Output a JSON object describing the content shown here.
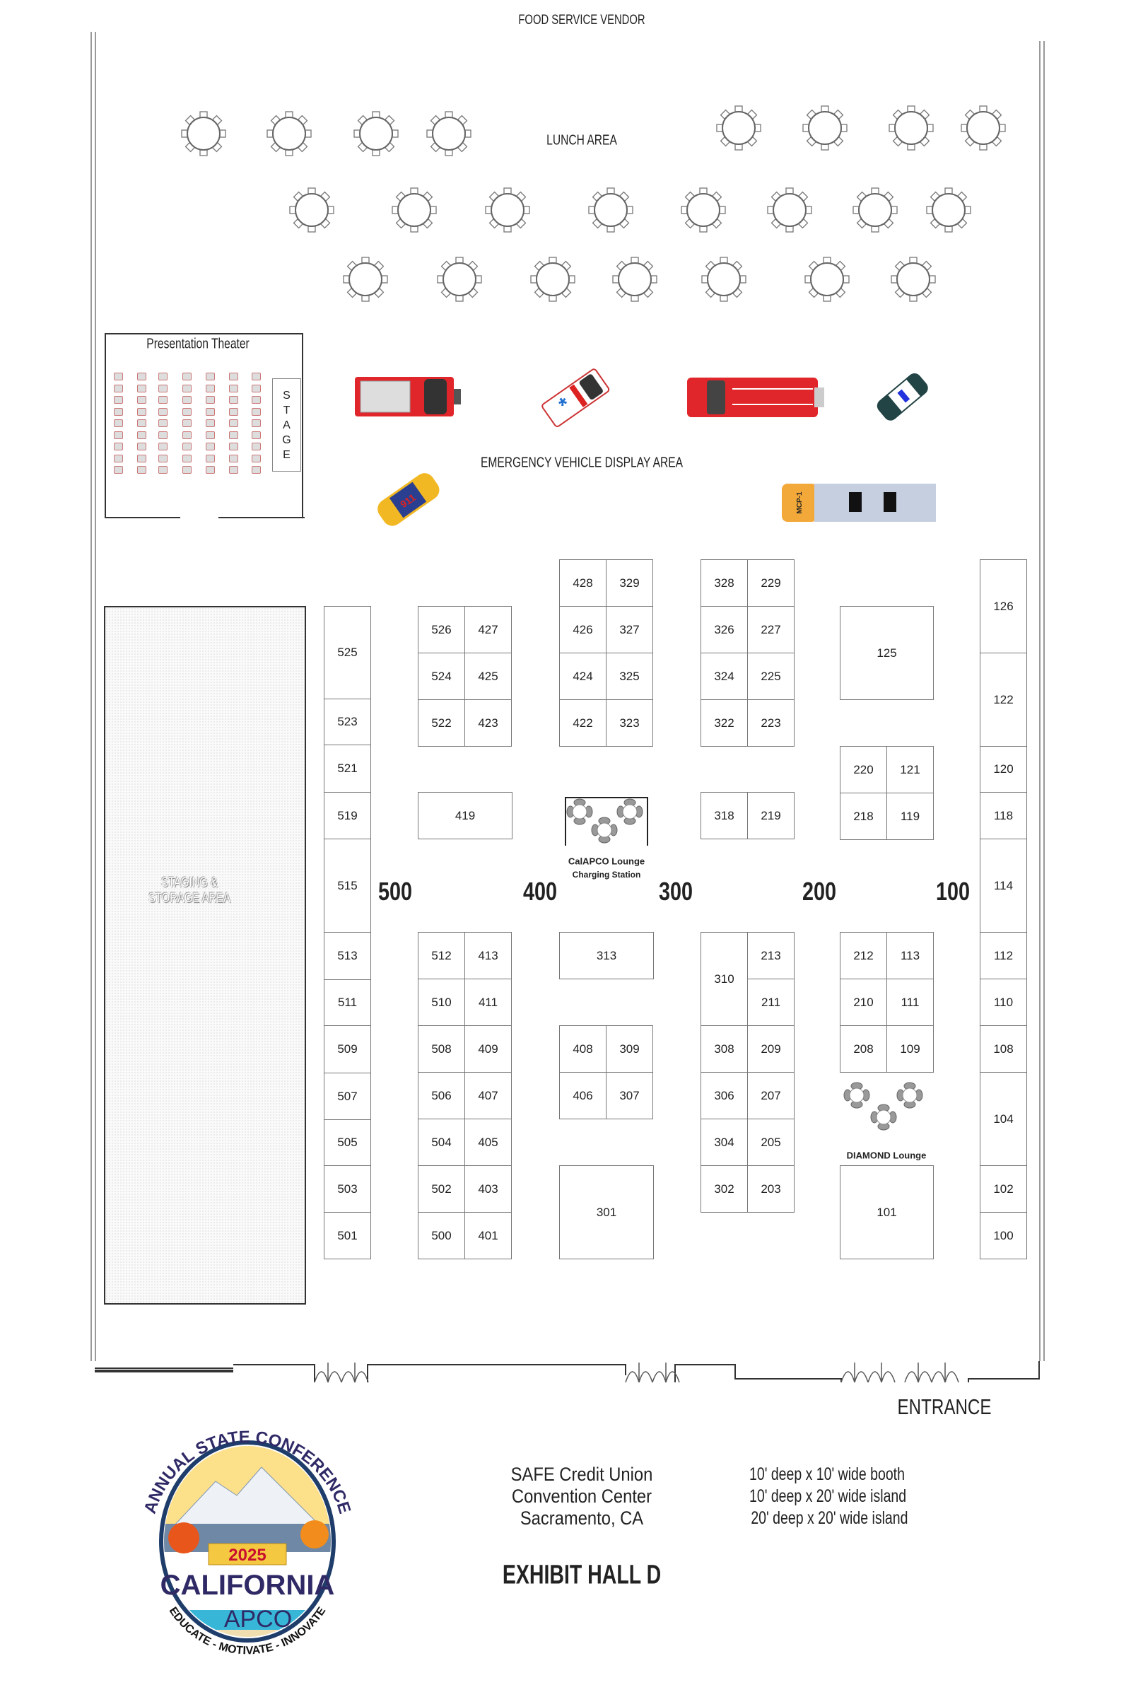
{
  "title": "EXHIBIT HALL D",
  "labels": {
    "food_service": "FOOD SERVICE VENDOR",
    "lunch_area": "LUNCH AREA",
    "presentation_theater": "Presentation Theater",
    "stage_letters": [
      "S",
      "T",
      "A",
      "G",
      "E"
    ],
    "emergency_area": "EMERGENCY VEHICLE DISPLAY AREA",
    "staging_line1": "STAGING &",
    "staging_line2": "STORAGE AREA",
    "calapco_lounge": "CalAPCO Lounge",
    "charging_station": "Charging Station",
    "diamond_lounge": "DIAMOND Lounge",
    "entrance": "ENTRANCE"
  },
  "sections": [
    "500",
    "400",
    "300",
    "200",
    "100"
  ],
  "booths": [
    "525",
    "523",
    "521",
    "519",
    "515",
    "513",
    "511",
    "509",
    "507",
    "505",
    "503",
    "501",
    "526",
    "427",
    "524",
    "425",
    "522",
    "423",
    "419",
    "512",
    "413",
    "510",
    "411",
    "508",
    "409",
    "506",
    "407",
    "504",
    "405",
    "502",
    "403",
    "500",
    "401",
    "428",
    "329",
    "426",
    "327",
    "424",
    "325",
    "422",
    "323",
    "313",
    "408",
    "309",
    "406",
    "307",
    "301",
    "328",
    "229",
    "326",
    "227",
    "324",
    "225",
    "322",
    "223",
    "318",
    "219",
    "310",
    "213",
    "211",
    "308",
    "209",
    "306",
    "207",
    "304",
    "205",
    "302",
    "203",
    "125",
    "220",
    "121",
    "218",
    "119",
    "212",
    "113",
    "210",
    "111",
    "208",
    "109",
    "101",
    "126",
    "122",
    "120",
    "118",
    "114",
    "112",
    "110",
    "108",
    "104",
    "102",
    "100"
  ],
  "vehicles": [
    "fire-engine",
    "ambulance",
    "ladder-truck",
    "police-car",
    "taxi-911",
    "mobile-command-post"
  ],
  "vehicle_text": {
    "taxi": "911",
    "bus": "MCP-1"
  },
  "venue": {
    "line1": "SAFE Credit Union",
    "line2": "Convention Center",
    "line3": "Sacramento, CA"
  },
  "legend": [
    "10' deep x 10' wide booth",
    "10' deep x 20' wide island",
    "20' deep x 20' wide island"
  ],
  "logo": {
    "top_arc": "ANNUAL STATE CONFERENCE",
    "year": "2025",
    "state": "CALIFORNIA",
    "org": "APCO",
    "bottom_arc": "EDUCATE - MOTIVATE - INNOVATE"
  },
  "colors": {
    "logo_navy": "#2f2a66",
    "logo_red": "#c8102e",
    "fire_red": "#e0262a",
    "taxi_yellow": "#f2b824"
  }
}
